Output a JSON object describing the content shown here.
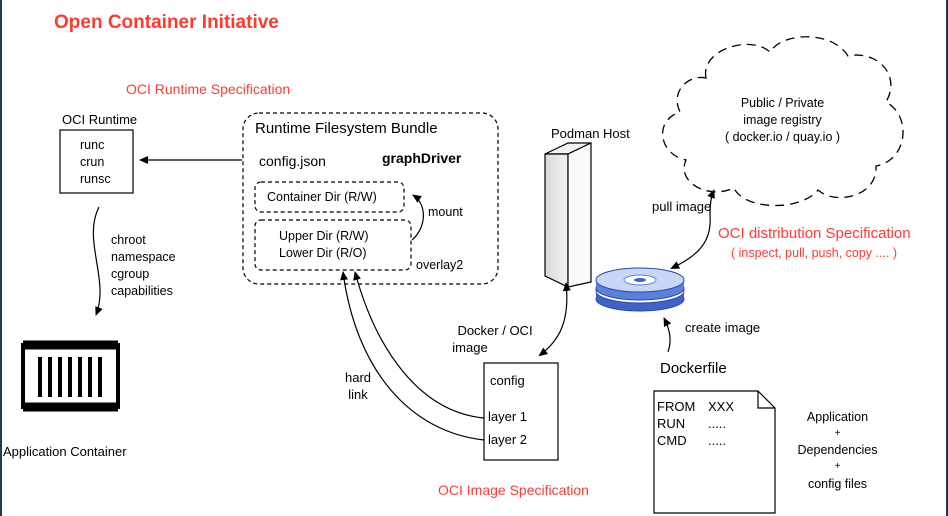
{
  "title": "Open Container Initiative",
  "specs": {
    "runtime": "OCI Runtime Specification",
    "distribution": "OCI distribution Specification",
    "distribution_ops": "( inspect, pull, push, copy .... )",
    "image": "OCI Image Specification"
  },
  "runtime": {
    "label": "OCI Runtime",
    "items": [
      "runc",
      "crun",
      "runsc"
    ],
    "features": [
      "chroot",
      "namespace",
      "cgroup",
      "capabilities"
    ]
  },
  "app_container": {
    "label": "Application Container"
  },
  "bundle": {
    "title": "Runtime Filesystem Bundle",
    "config": "config.json",
    "graph_driver": "graphDriver",
    "container_dir": "Container Dir (R/W)",
    "upper_dir": "Upper Dir (R/W)",
    "lower_dir": "Lower Dir (R/O)",
    "mount": "mount",
    "overlay": "overlay2"
  },
  "host": {
    "label": "Podman Host",
    "pull": "pull image",
    "create": "create image"
  },
  "registry": {
    "line1": "Public / Private",
    "line2": "image registry",
    "line3": "( docker.io / quay.io )"
  },
  "image": {
    "caption_line1": "Docker / OCI",
    "caption_line2": "image",
    "config": "config",
    "layer1": "layer 1",
    "layer2": "layer 2",
    "hard_line1": "hard",
    "hard_line2": "link"
  },
  "dockerfile": {
    "label": "Dockerfile",
    "lines": [
      [
        "FROM",
        "XXX"
      ],
      [
        "RUN",
        "....."
      ],
      [
        "CMD",
        "....."
      ]
    ]
  },
  "notes": [
    "Application",
    "+",
    "Dependencies",
    "+",
    "config files"
  ],
  "colors": {
    "accent_red": "#ff3b30",
    "disk_blue": "#5b7fdc",
    "disk_light": "#c9d7f7",
    "frame": "#1f3a5a"
  }
}
